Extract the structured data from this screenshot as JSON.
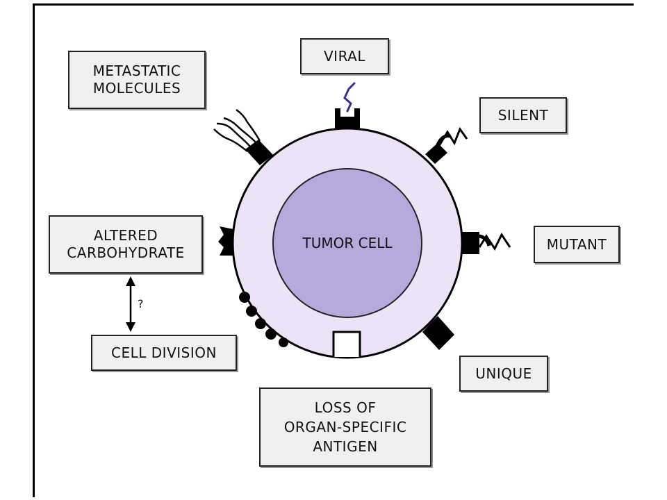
{
  "center_label": "TUMOR CELL",
  "antigens": {
    "viral": "VIRAL",
    "metastatic": "METASTATIC\nMOLECULES",
    "silent": "SILENT",
    "carbohydrate": "ALTERED\nCARBOHYDRATE",
    "mutant": "MUTANT",
    "cell_division": "CELL DIVISION",
    "unique": "UNIQUE",
    "organ_specific": "LOSS OF\nORGAN-SPECIFIC\nANTIGEN"
  },
  "link_label": "?",
  "colors": {
    "cell_fill": "#ece3f7",
    "nucleus_fill": "#b7a9dc",
    "viral_squiggle": "#3b2f8f",
    "box_fill": "#f0f0f0"
  }
}
